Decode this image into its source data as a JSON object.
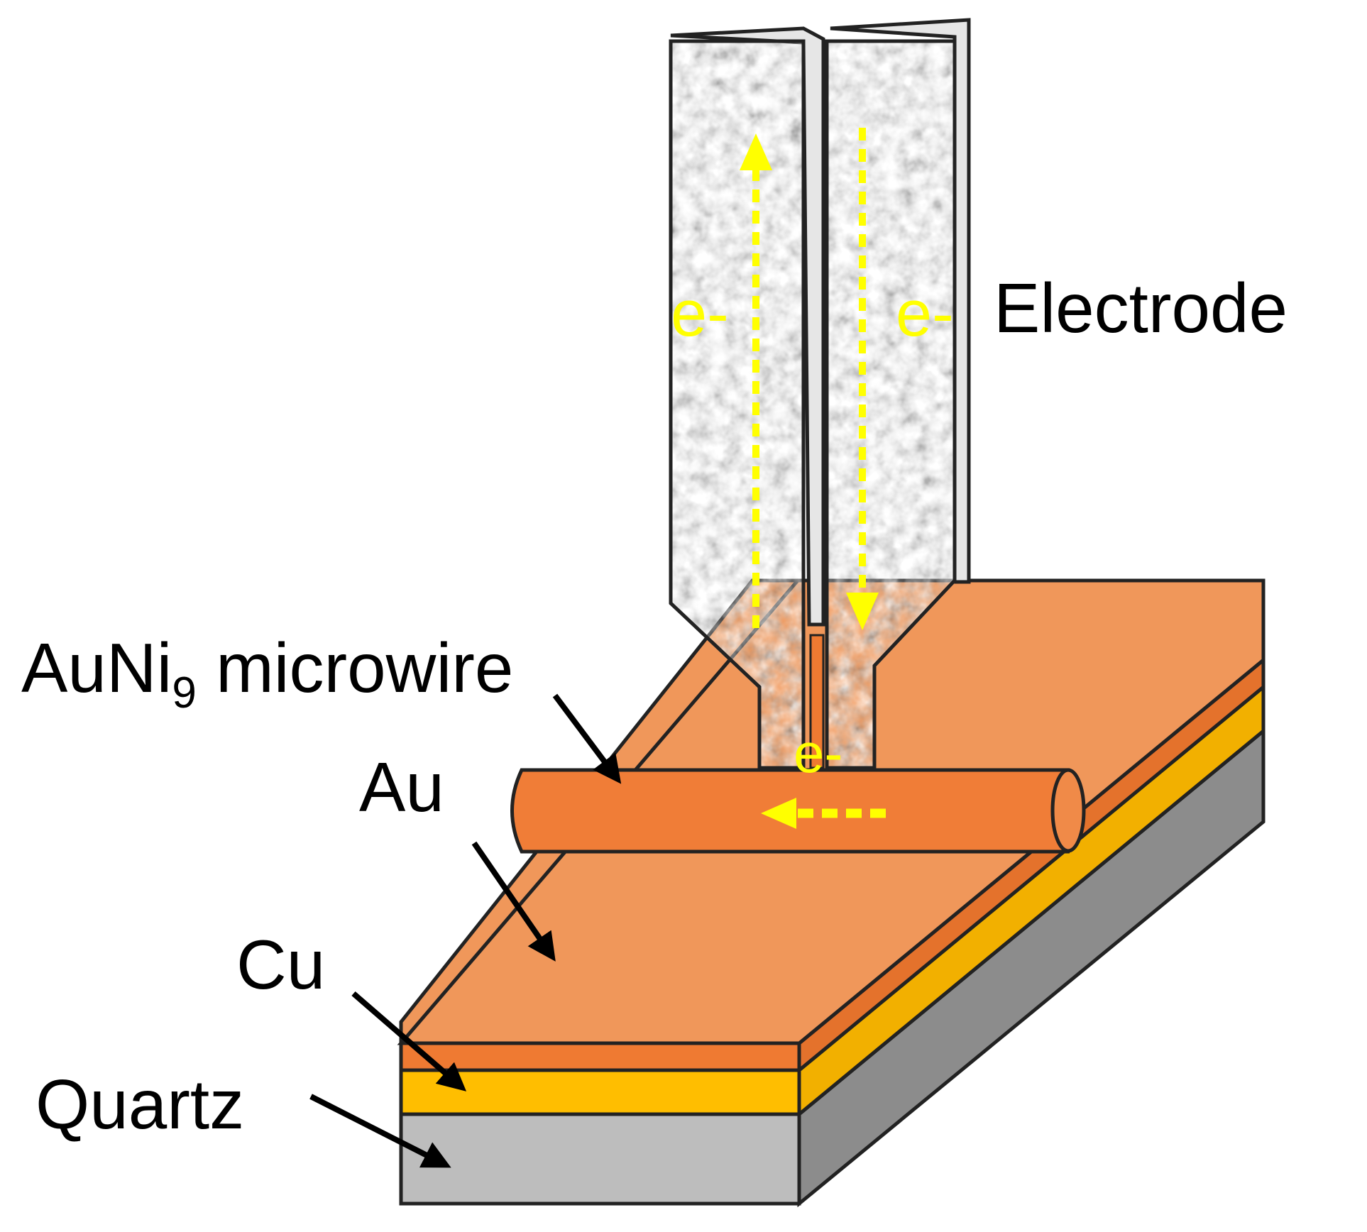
{
  "labels": {
    "microwire_prefix": "AuNi",
    "microwire_subscript": "9",
    "microwire_suffix": " microwire",
    "electrode": "Electrode",
    "au": "Au",
    "cu": "Cu",
    "quartz": "Quartz",
    "electron_left": "e-",
    "electron_right": "e-",
    "electron_bottom": "e-"
  },
  "colors": {
    "au_top": "#F0975A",
    "au_edge": "#EF7A32",
    "cu_layer": "#FFBE00",
    "quartz_front": "#BDBDBD",
    "quartz_side": "#8F8F8F",
    "microwire": "#F07D37",
    "electrode_gray": "#B8B8B8",
    "electron_arrow": "#FFFF00",
    "outline": "#222222"
  },
  "icons": {
    "electron_flow": "dotted-arrow",
    "pointer": "arrow"
  }
}
